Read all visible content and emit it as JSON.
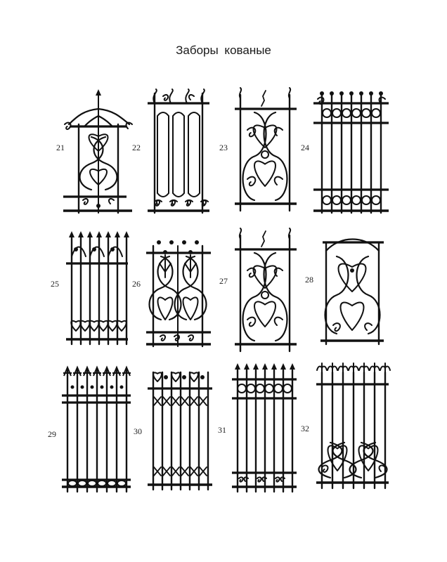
{
  "title": "Заборы кованые",
  "panels": [
    {
      "number": "21",
      "style": "lantern"
    },
    {
      "number": "22",
      "style": "lancets"
    },
    {
      "number": "23",
      "style": "scroll-oval"
    },
    {
      "number": "24",
      "style": "bars-bands"
    },
    {
      "number": "25",
      "style": "tulip-bars"
    },
    {
      "number": "26",
      "style": "floral-pairs"
    },
    {
      "number": "27",
      "style": "scroll-oval"
    },
    {
      "number": "28",
      "style": "arched-scroll"
    },
    {
      "number": "29",
      "style": "spear-ovals"
    },
    {
      "number": "30",
      "style": "crossed-bars"
    },
    {
      "number": "31",
      "style": "spear-rings"
    },
    {
      "number": "32",
      "style": "lily-tops"
    }
  ],
  "colors": {
    "ink": "#111111",
    "paper": "#ffffff"
  }
}
